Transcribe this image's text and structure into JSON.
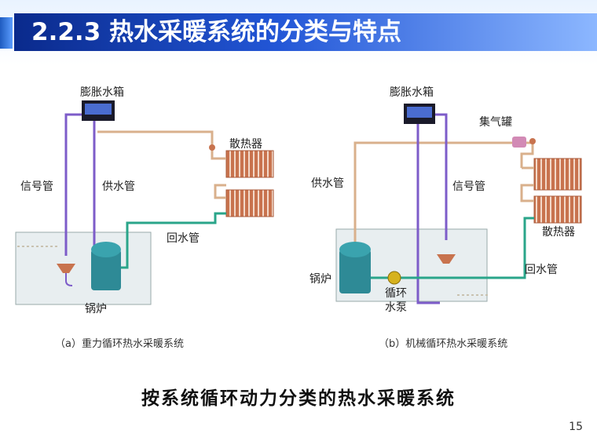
{
  "title": "2.2.3 热水采暖系统的分类与特点",
  "diagram_a": {
    "expansion_tank": "膨胀水箱",
    "radiator": "散热器",
    "signal_pipe": "信号管",
    "supply_pipe": "供水管",
    "return_pipe": "回水管",
    "boiler": "锅炉",
    "caption": "（a）重力循环热水采暖系统"
  },
  "diagram_b": {
    "expansion_tank": "膨胀水箱",
    "air_collector": "集气罐",
    "supply_pipe": "供水管",
    "signal_pipe": "信号管",
    "radiator": "散热器",
    "return_pipe": "回水管",
    "boiler": "锅炉",
    "pump_line1": "循环",
    "pump_line2": "水泵",
    "caption": "（b）机械循环热水采暖系统"
  },
  "caption": "按系统循环动力分类的热水采暖系统",
  "page_number": "15",
  "colors": {
    "supply": "#d9b08c",
    "return": "#2aa58a",
    "signal": "#7d5cc9",
    "boiler": "#2e8a96",
    "radiator": "#c8734e",
    "title_bg": "#0a2a8c"
  }
}
